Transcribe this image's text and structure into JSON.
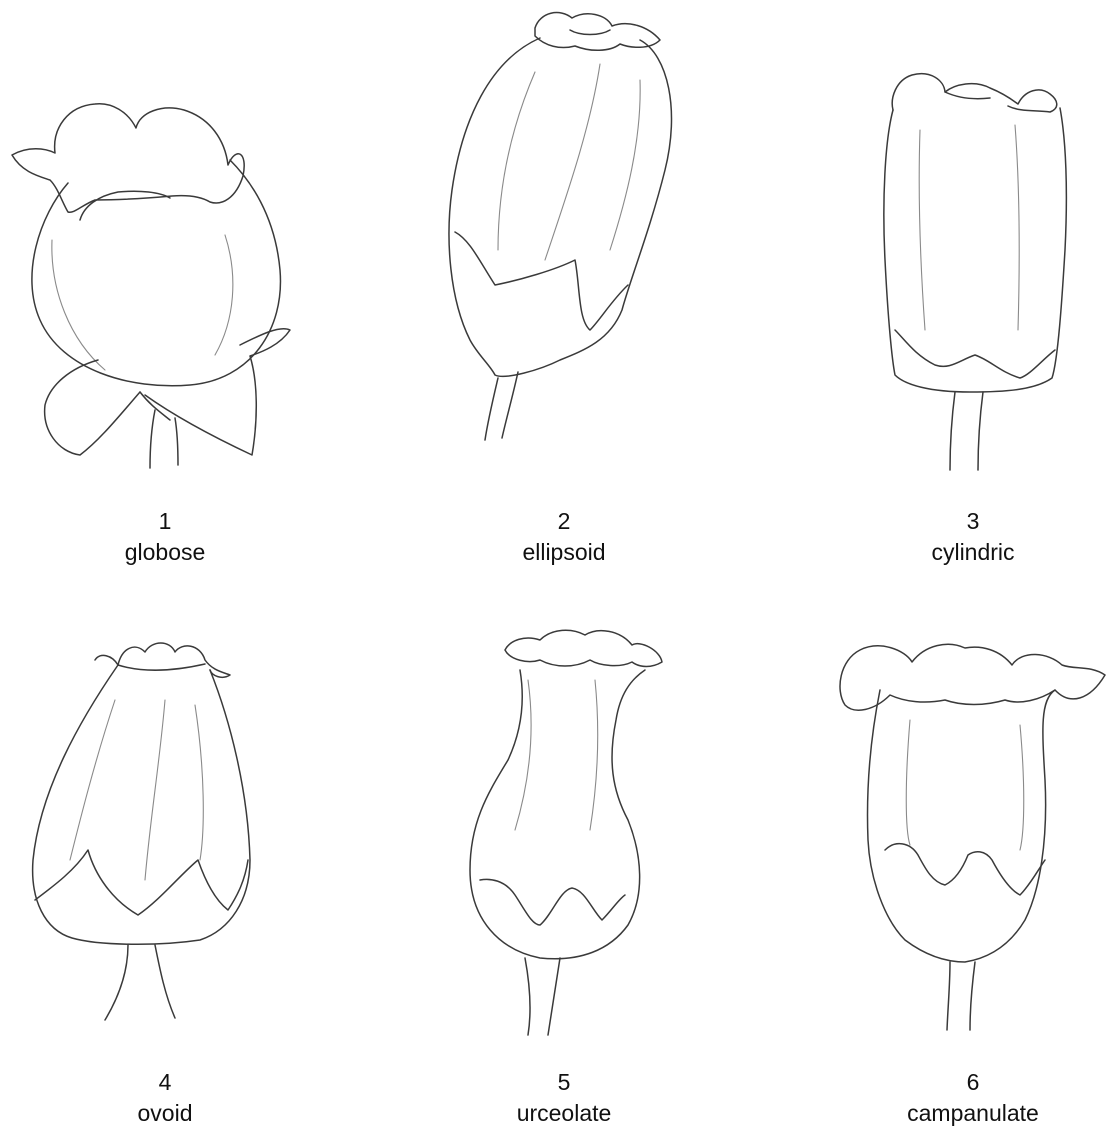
{
  "figures": [
    {
      "number": "1",
      "name": "globose"
    },
    {
      "number": "2",
      "name": "ellipsoid"
    },
    {
      "number": "3",
      "name": "cylindric"
    },
    {
      "number": "4",
      "name": "ovoid"
    },
    {
      "number": "5",
      "name": "urceolate"
    },
    {
      "number": "6",
      "name": "campanulate"
    }
  ],
  "colors": {
    "line": "#3a3a3a",
    "vein": "#8a8a8a",
    "background": "#ffffff",
    "text": "#111111"
  }
}
